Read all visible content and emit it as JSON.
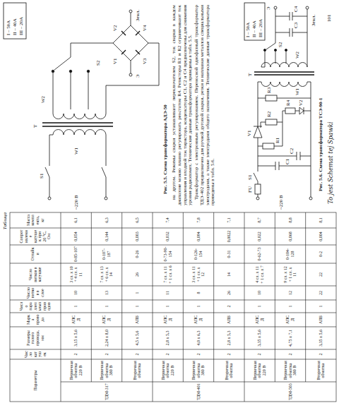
{
  "diagram": {
    "labels": [
      "Таблица",
      "Параметры",
      "Число катушек",
      "Размеры голого провода, мм",
      "Марка провода",
      "Число параллельных проводов",
      "Число витков в слое",
      "Число витков в катушке",
      "Отпайки",
      "Сопротивление катушек при 20 °С, Ом",
      "Масса комплекта, кг",
      "ТДМ-317",
      "ТДМ-401",
      "ТДМ-503",
      "Первичная обмотка 220 В",
      "Первичная обмотка 380 В",
      "Вторичная обмотка",
      "Первичная обмотка 220 В",
      "Первичная обмотка 380 В",
      "Вторичная обмотка",
      "Первичная обмотка 220 В",
      "Первичная обмотка 380 В",
      "Вторичная обмотка",
      "2",
      "3,15 х 5,6",
      "АПСД",
      "1",
      "10",
      "3 сл. х 10 + 4 сл. х 11",
      "0-85-107",
      "0,054",
      "6,1",
      "2",
      "2,24 х 8,0",
      "АПСД",
      "1",
      "13",
      "7 сл. х 13 + 6 сл. х 14",
      "0-107-187",
      "0,144",
      "6,3",
      "2",
      "4,5 х 5,6",
      "АПБ",
      "1",
      "1",
      "26",
      "0-26",
      "0,003",
      "6,5",
      "2",
      "2,8 х 5,3",
      "АПСД",
      "1",
      "11",
      "7 сл. х 11 + 1 сл. х 6",
      "0-73-90-154",
      "0,032",
      "7,4",
      "2",
      "4,0 х 6,3",
      "АПСД",
      "1",
      "8",
      "3 сл. х 11 + 1 сл. х 12",
      "0-126-154",
      "0,094",
      "7,8",
      "2",
      "2,8 х 5,3",
      "АПБ",
      "2",
      "26",
      "14",
      "0-31",
      "0,0022",
      "7,1",
      "2",
      "3,35 х 5,6",
      "АПСД",
      "1",
      "10",
      "4 сл. х 11 + 1 сл. х 7",
      "0-62-73",
      "0,022",
      "8,7",
      "2",
      "4,75 х 7,1",
      "АПСД",
      "1",
      "12",
      "9 сл. х 12 + 1 сл. х 11",
      "0-104-128",
      "0,068",
      "8,8",
      "2",
      "3,35 х 5,6",
      "АПБ",
      "1",
      "22",
      "22",
      "0-2",
      "0,004",
      "8,1",
      "I – 50А",
      "II – 40А",
      "III – 20А",
      "S1",
      "W1",
      "Т",
      "W2",
      "S2",
      "~220 В",
      "V1",
      "V2",
      "V3",
      "V4",
      "Э",
      "Земл.",
      "Рис. 5.5. Схема трансформатора АДЭ-50",
      "на другом. Режимы сварки устанавливают переключателем S2, ток сварки в каждом диапазоне можно плавно регулировать реостатом R4. Резисторы R1 и R2 ограничивают ток управления и входной ток тиристора, конденсаторы C1, C2 и C4 предназначены для снижения уровня радиопомех. Технические данные трансформатора приведены в табл. 5.5.",
      "Трансформатор с электронным регулированием. Переносной однофазный трансформатор ТДЭ-402 предназначен для ручной дуговой сварки, резки и наплавки металлов специальными электродами, а также электродами общего назначения. Технические данные трансформатора приведены в табл. 5.6.",
      "FU",
      "S1",
      "V1",
      "R1",
      "R4",
      "C1",
      "C2",
      "R2",
      "R3",
      "V2",
      "W1",
      "Т",
      "W2",
      "S2",
      "I – 50А",
      "II – 40А",
      "III – 20А",
      "C3",
      "C4",
      "Э",
      "Земл.",
      "~220 В",
      "Рис. 5.6. Схема трансформатора ТСЭ-90-1",
      "To jest Schemat tej Spawki",
      "101"
    ]
  }
}
